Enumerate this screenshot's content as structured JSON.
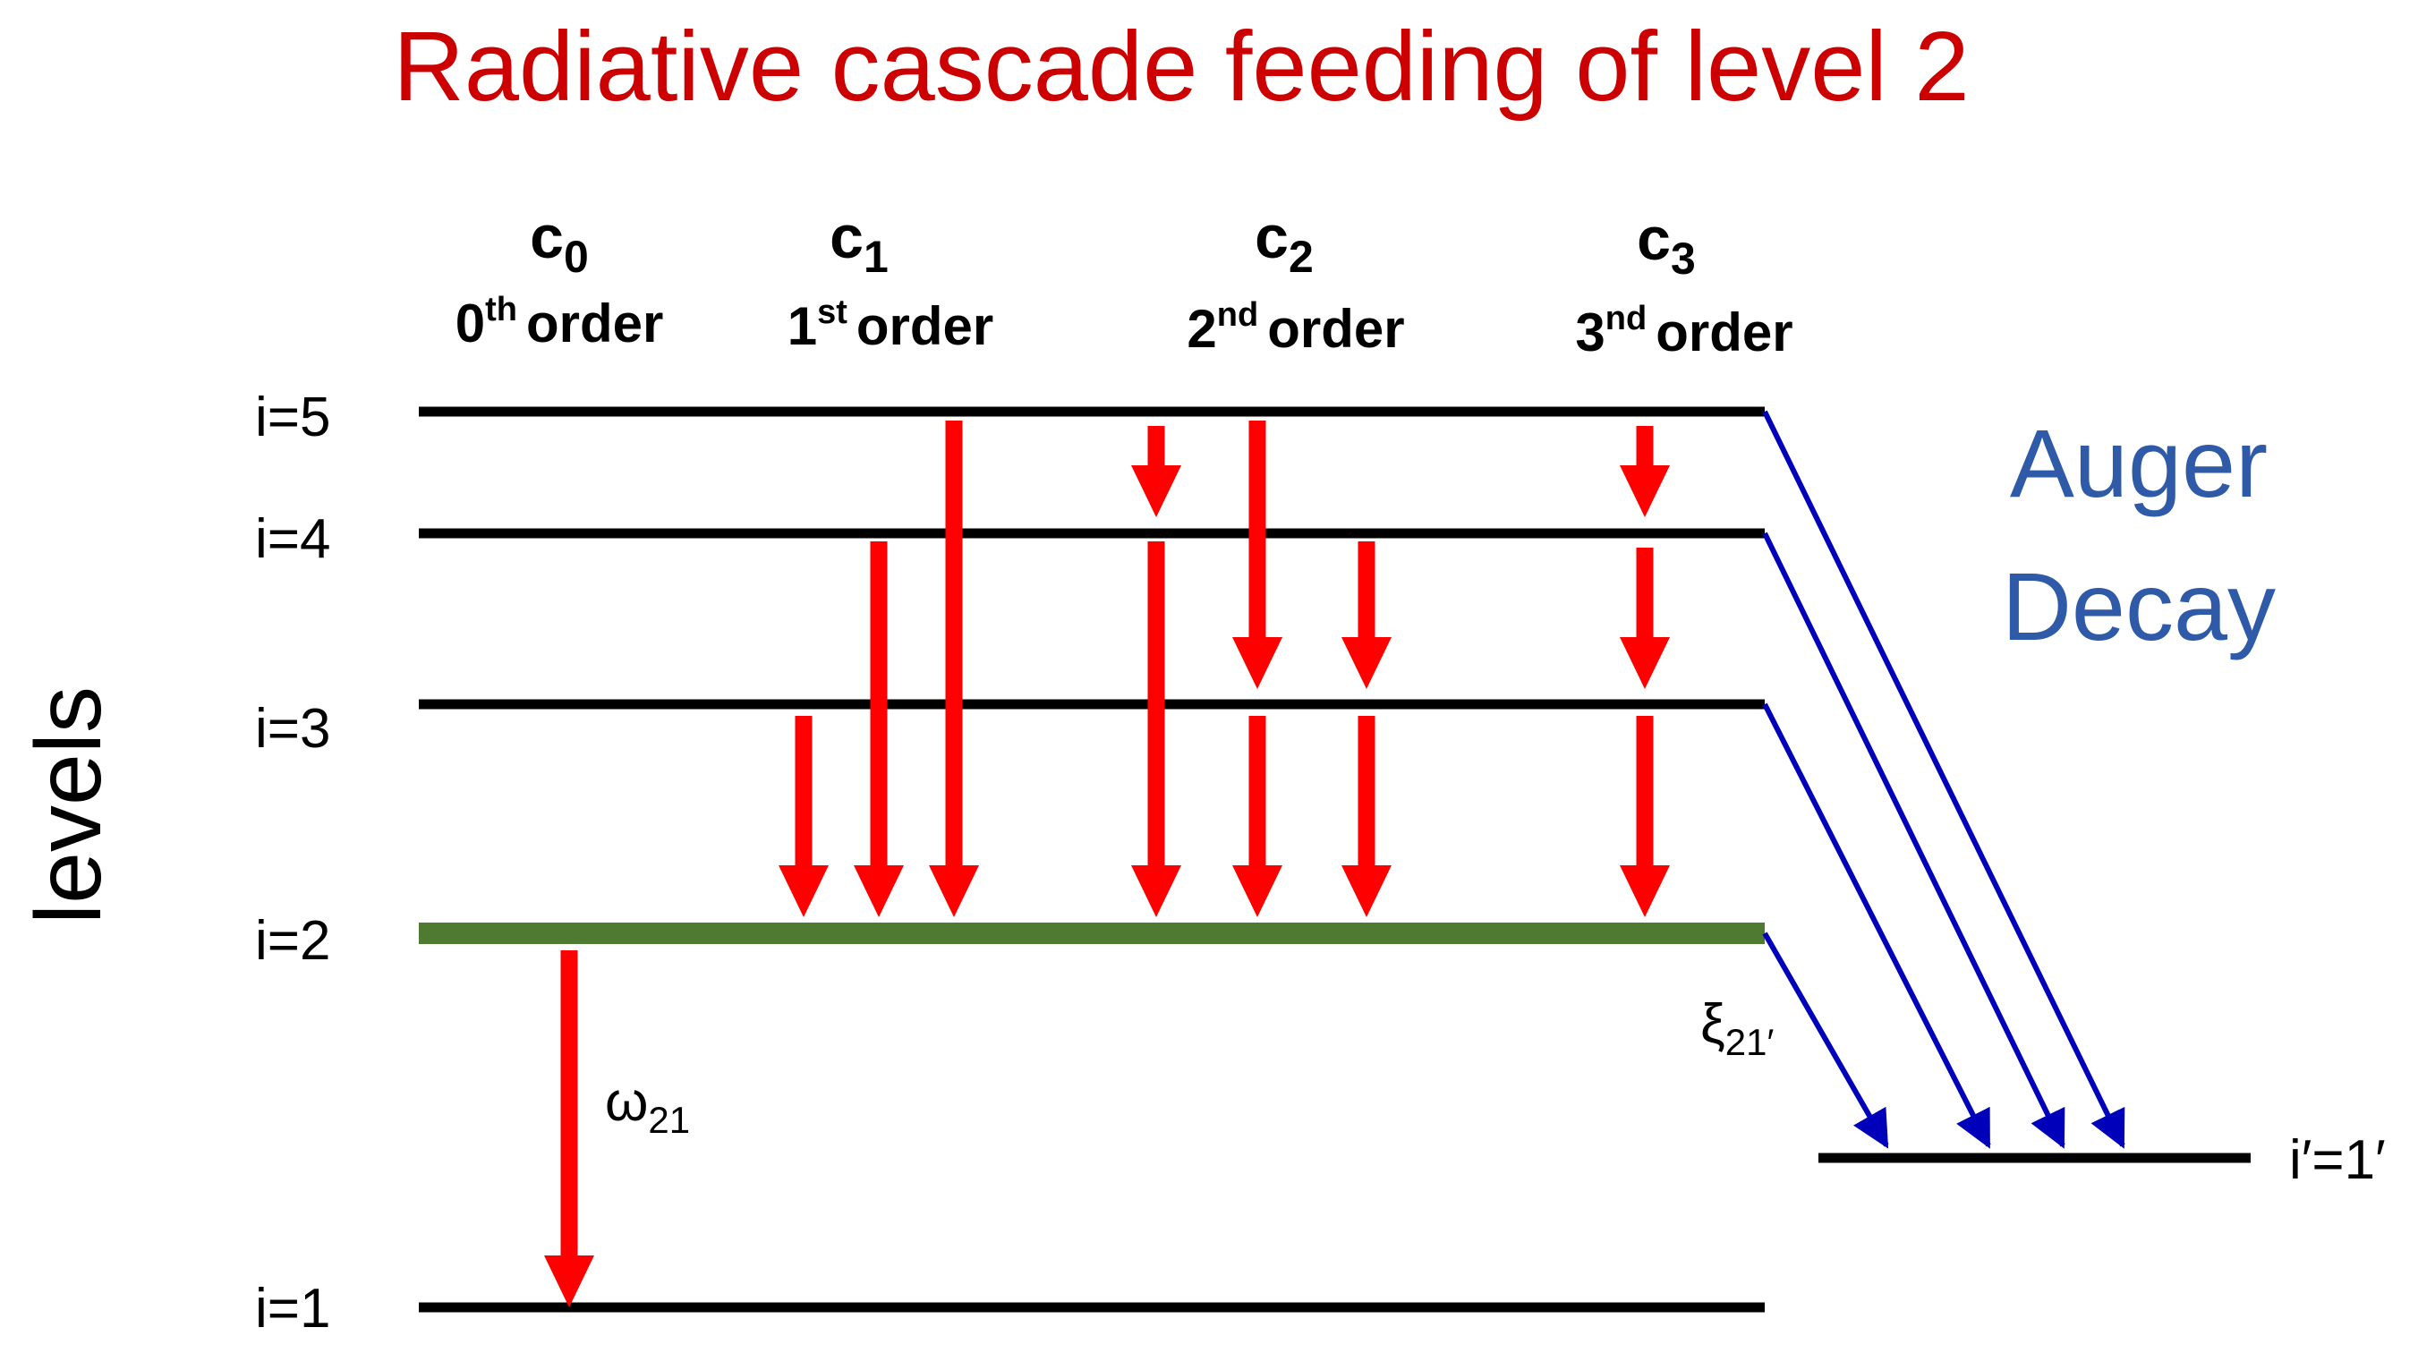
{
  "title": "Radiative cascade feeding of level 2",
  "axis_label": "levels",
  "orders": [
    {
      "coef": "c",
      "sub": "0",
      "num": "0",
      "sup": "th",
      "word": "order"
    },
    {
      "coef": "c",
      "sub": "1",
      "num": "1",
      "sup": "st",
      "word": "order"
    },
    {
      "coef": "c",
      "sub": "2",
      "num": "2",
      "sup": "nd",
      "word": "order"
    },
    {
      "coef": "c",
      "sub": "3",
      "num": "3",
      "sup": "nd",
      "word": "order"
    }
  ],
  "levels": [
    {
      "label": "i=5"
    },
    {
      "label": "i=4"
    },
    {
      "label": "i=3"
    },
    {
      "label": "i=2"
    },
    {
      "label": "i=1"
    }
  ],
  "ion_level": {
    "label": "i′=1′"
  },
  "auger": {
    "line1": "Auger",
    "line2": "Decay"
  },
  "omega": {
    "sym": "ω",
    "sub": "21"
  },
  "xi": {
    "sym": "ξ",
    "sub": "21′"
  },
  "colors": {
    "title": "#cc0000",
    "radiative_arrow": "#ff0000",
    "auger_arrow": "#0000bb",
    "auger_text": "#2e5aa7",
    "level2": "#4e7a32",
    "level": "#000000"
  }
}
